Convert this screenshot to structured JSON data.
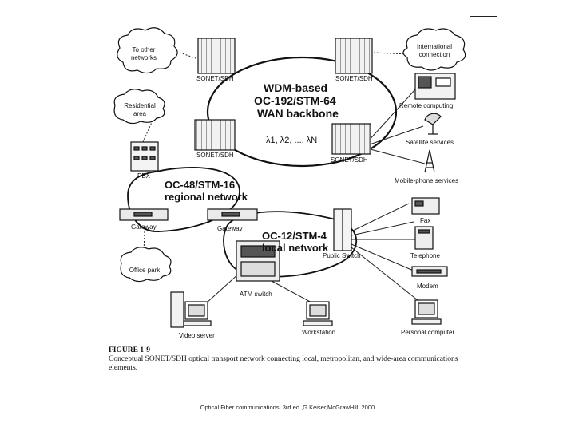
{
  "backbone": {
    "title_line1": "WDM-based",
    "title_line2": "OC-192/STM-64",
    "title_line3": "WAN backbone",
    "wavelengths": "λ1, λ2, ..., λN"
  },
  "regional": {
    "title_line1": "OC-48/STM-16",
    "title_line2": "regional network"
  },
  "local": {
    "title_line1": "OC-12/STM-4",
    "title_line2": "local network"
  },
  "labels": {
    "sonet_top_left": "SONET/SDH",
    "sonet_top_right": "SONET/SDH",
    "sonet_mid_left": "SONET/SDH",
    "sonet_right": "SONET/SDH",
    "pbx": "PBX",
    "gateway_left": "Gateway",
    "gateway_right": "Gateway",
    "atm_switch": "ATM switch",
    "public_switch": "Public Switch",
    "video_server": "Video server",
    "workstation": "Workstation",
    "remote_computing": "Remote computing",
    "satellite_services": "Satellite services",
    "mobile_phone": "Mobile-phone services",
    "fax": "Fax",
    "telephone": "Telephone",
    "modem": "Modem",
    "personal_computer": "Personal computer"
  },
  "clouds": {
    "other_networks_line1": "To other",
    "other_networks_line2": "networks",
    "international_line1": "International",
    "international_line2": "connection",
    "residential_line1": "Residential",
    "residential_line2": "area",
    "office_park": "Office park"
  },
  "caption": {
    "figure": "FIGURE 1-9",
    "text": "Conceptual SONET/SDH optical transport network connecting local, metropolitan, and wide-area communications elements."
  },
  "footer": "Optical Fiber communications, 3rd ed.,G.Keiser,McGrawHill, 2000"
}
